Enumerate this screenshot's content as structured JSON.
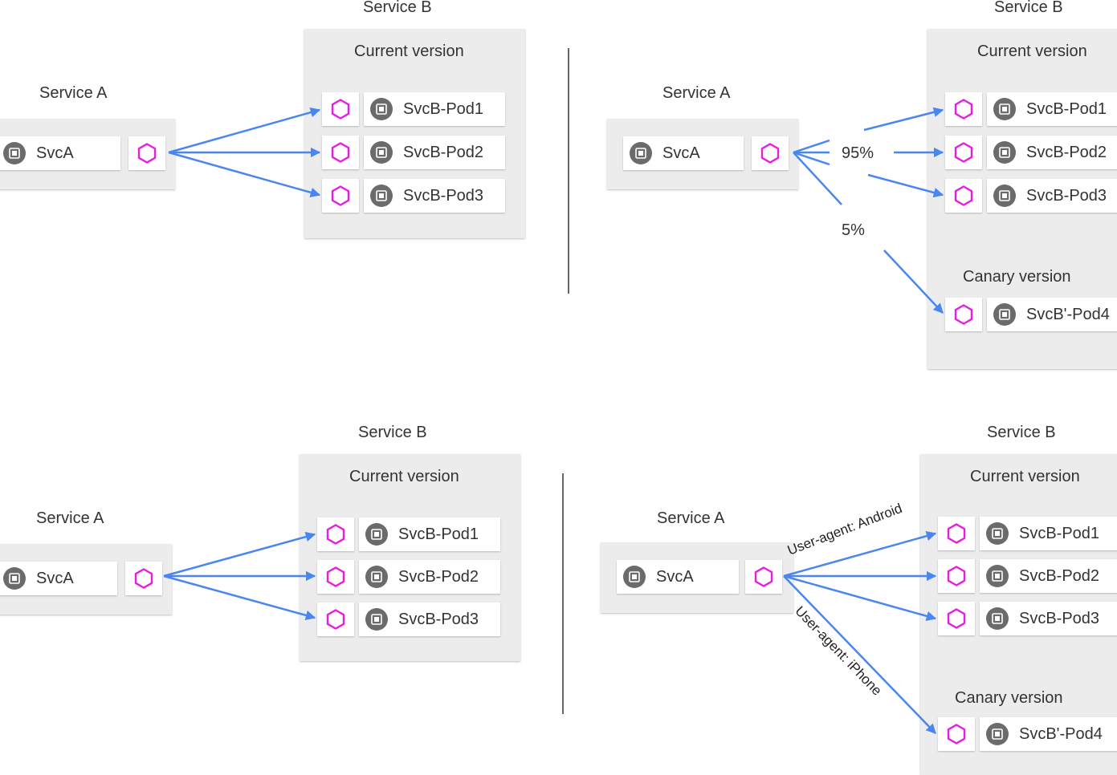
{
  "labels": {
    "service_a": "Service A",
    "service_b": "Service B",
    "current_version": "Current version",
    "canary_version": "Canary  version",
    "svca": "SvcA",
    "pod1": "SvcB-Pod1",
    "pod2": "SvcB-Pod2",
    "pod3": "SvcB-Pod3",
    "pod4": "SvcB'-Pod4"
  },
  "routing": {
    "weight_current": "95%",
    "weight_canary": "5%",
    "android_header": "User-agent: Android",
    "iphone_header": "User-agent: iPhone"
  },
  "colors": {
    "arrow": "#4a86f0",
    "proxy_hex": "#e81de2",
    "pod_icon": "#6b6b6b",
    "box_bg": "#ececec"
  },
  "icons": {
    "proxy": "hexagon-icon",
    "pod": "chip-icon"
  }
}
